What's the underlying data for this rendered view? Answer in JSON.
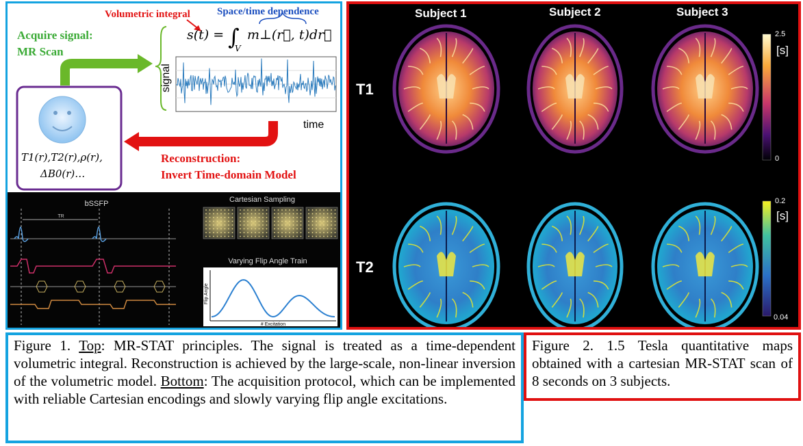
{
  "top_panel": {
    "volumetric_label": "Volumetric integral",
    "space_time_label": "Space/time dependence",
    "acquire_title": "Acquire signal:",
    "acquire_sub": "MR Scan",
    "signal_axis": "signal",
    "time_axis": "time",
    "recon_title": "Reconstruction:",
    "recon_sub": "Invert Time-domain Model",
    "params_line1": "T1(r),T2(r),ρ(r),",
    "params_line2": "ΔB0(r)…"
  },
  "bottom_panel": {
    "bssfp_title": "bSSFP",
    "tr_label": "TR",
    "cartesian_title": "Cartesian Sampling",
    "flip_title": "Varying Flip Angle Train",
    "flip_ylabel": "Flip Angle",
    "flip_xlabel": "# Excitation"
  },
  "right_panel": {
    "subjects": [
      "Subject 1",
      "Subject 2",
      "Subject 3"
    ],
    "rows": [
      "T1",
      "T2"
    ],
    "t1_colorbar": {
      "max": "2.5",
      "min": "0",
      "unit": "[s]"
    },
    "t2_colorbar": {
      "max": "0.2",
      "min": "0.04",
      "unit": "[s]"
    }
  },
  "captions": {
    "fig1_prefix": "Figure 1. ",
    "fig1_top_label": "Top",
    "fig1_top_text": ": MR-STAT principles. The signal is treated as a time-dependent volumetric integral. Reconstruction is achieved by the large-scale, non-linear inversion of the volumetric model. ",
    "fig1_bottom_label": "Bottom",
    "fig1_bottom_text": ": The acquisition protocol, which can be implemented with reliable Cartesian encodings and slowly varying flip angle excitations.",
    "fig2_text": "Figure 2. 1.5 Tesla quantitative maps obtained with a cartesian MR-STAT scan of 8 seconds on 3 subjects."
  },
  "colors": {
    "blue_border": "#14a3e0",
    "red_border": "#e01010",
    "green_arrow": "#6ab82a",
    "red_arrow": "#e21212",
    "purple_box": "#6a2c91"
  }
}
